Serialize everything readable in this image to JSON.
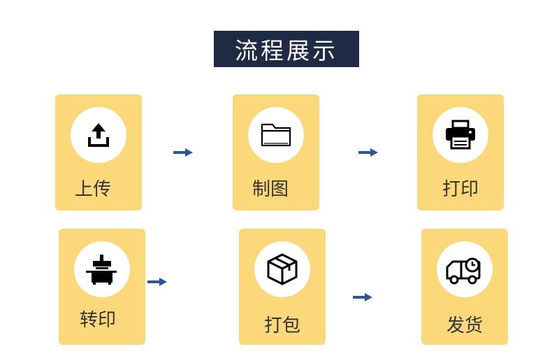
{
  "title": "流程展示",
  "accent_color": "#fbd879",
  "title_bg_color": "#1f2a44",
  "arrow_color": "#2f5597",
  "steps": [
    {
      "label": "上传",
      "icon": "upload-icon"
    },
    {
      "label": "制图",
      "icon": "folder-icon"
    },
    {
      "label": "打印",
      "icon": "printer-icon"
    },
    {
      "label": "转印",
      "icon": "heat-press-icon"
    },
    {
      "label": "打包",
      "icon": "package-box-icon"
    },
    {
      "label": "发货",
      "icon": "delivery-truck-icon"
    }
  ]
}
